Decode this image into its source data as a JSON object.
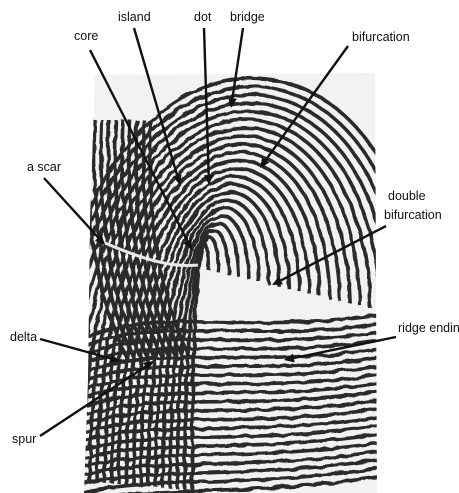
{
  "labels": {
    "core": "core",
    "island": "island",
    "dot": "dot",
    "bridge": "bridge",
    "bifurcation": "bifurcation",
    "scar": "a scar",
    "double_line1": "double",
    "double_line2": "bifurcation",
    "ridge_ending": "ridge ending",
    "delta": "delta",
    "spur": "spur"
  },
  "colors": {
    "ink": "#111111",
    "ridge": "#2a2a2a",
    "paper": "#ffffff"
  }
}
